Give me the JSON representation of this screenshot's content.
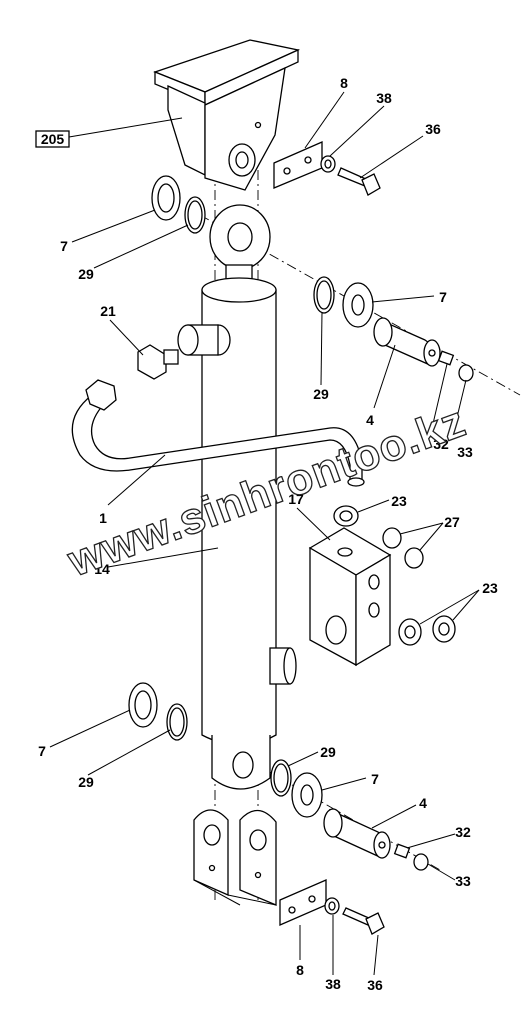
{
  "ref_box": "205",
  "watermark": "www.sinhrontoo.kz",
  "callouts": {
    "c8a": "8",
    "c38a": "38",
    "c36a": "36",
    "c7a": "7",
    "c29a": "29",
    "c7b": "7",
    "c29b": "29",
    "c4a": "4",
    "c32a": "32",
    "c33a": "33",
    "c21": "21",
    "c1": "1",
    "c14": "14",
    "c17": "17",
    "c23a": "23",
    "c27": "27",
    "c23b": "23",
    "c7c": "7",
    "c29c": "29",
    "c29d": "29",
    "c7d": "7",
    "c4b": "4",
    "c32b": "32",
    "c33b": "33",
    "c8b": "8",
    "c38b": "38",
    "c36b": "36"
  }
}
